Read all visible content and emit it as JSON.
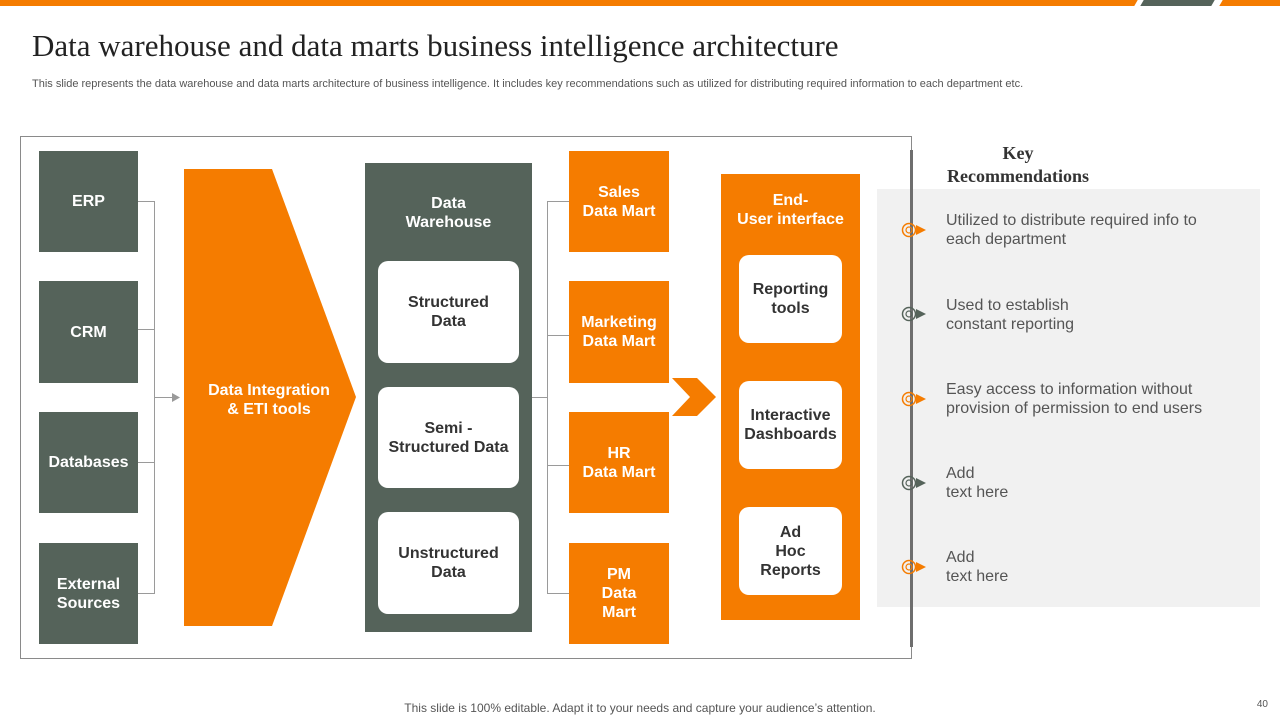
{
  "slide": {
    "title": "Data warehouse and data marts business intelligence architecture",
    "subtitle": "This slide represents the data warehouse and data marts architecture of business intelligence. It includes key recommendations such as utilized for distributing required information to each department etc.",
    "footer": "This slide is 100% editable. Adapt it to your needs and capture your audience’s attention.",
    "page_number": "40"
  },
  "diagram": {
    "sources": [
      "ERP",
      "CRM",
      "Databases",
      "External\nSources"
    ],
    "integration": "Data Integration\n& ETI tools",
    "warehouse": {
      "title": "Data\nWarehouse",
      "items": [
        "Structured\nData",
        "Semi -\nStructured Data",
        "Unstructured\nData"
      ]
    },
    "data_marts": [
      "Sales\nData Mart",
      "Marketing\nData Mart",
      "HR\nData Mart",
      "PM\nData\nMart"
    ],
    "end_user": {
      "title": "End-\nUser interface",
      "items": [
        "Reporting\ntools",
        "Interactive\nDashboards",
        "Ad\nHoc\nReports"
      ]
    }
  },
  "key_recommendations": {
    "title": "Key\nRecommendations",
    "items": [
      {
        "text": "Utilized to distribute required info to\neach department",
        "color": "#f57c00"
      },
      {
        "text": "Used to establish\nconstant reporting",
        "color": "#55635a"
      },
      {
        "text": "Easy access to information without\nprovision of permission to end users",
        "color": "#f57c00"
      },
      {
        "text": "Add\ntext here",
        "color": "#55635a"
      },
      {
        "text": "Add\ntext here",
        "color": "#f57c00"
      }
    ]
  },
  "colors": {
    "accent": "#f57c00",
    "dark_green": "#55635a",
    "panel": "#f1f1f1"
  }
}
